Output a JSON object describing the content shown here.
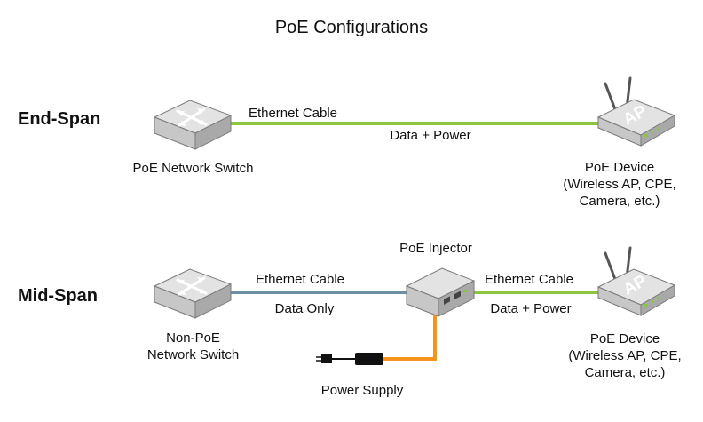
{
  "title": "PoE Configurations",
  "end_span": {
    "label": "End-Span",
    "switch_label": "PoE Network Switch",
    "cable_label": "Ethernet Cable",
    "cable_sub": "Data + Power",
    "device_label": "PoE Device\n(Wireless AP, CPE,\nCamera, etc.)"
  },
  "mid_span": {
    "label": "Mid-Span",
    "switch_label": "Non-PoE\nNetwork Switch",
    "cable1_label": "Ethernet Cable",
    "cable1_sub": "Data Only",
    "injector_label": "PoE Injector",
    "cable2_label": "Ethernet Cable",
    "cable2_sub": "Data + Power",
    "power_supply_label": "Power Supply",
    "device_label": "PoE Device\n(Wireless AP, CPE,\nCamera, etc.)"
  },
  "device_badge": "AP",
  "colors": {
    "poe_cable": "#8cc63e",
    "data_cable": "#6a8fa6",
    "power_cable": "#f7941d"
  }
}
